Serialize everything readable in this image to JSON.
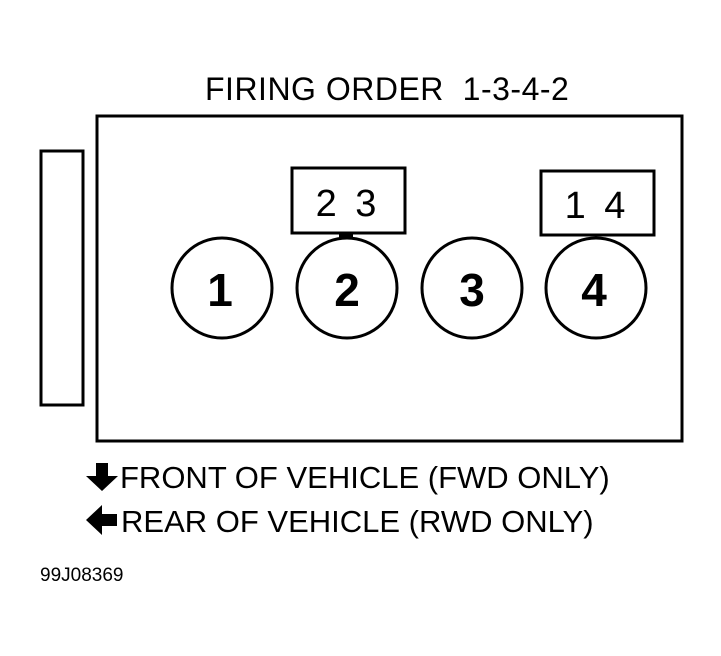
{
  "title": "FIRING ORDER  1-3-4-2",
  "coil_packs": [
    {
      "label": "2 3"
    },
    {
      "label": "1 4"
    }
  ],
  "cylinders": [
    {
      "number": "1"
    },
    {
      "number": "2"
    },
    {
      "number": "3"
    },
    {
      "number": "4"
    }
  ],
  "notes": [
    {
      "arrow": "arrow-down-icon",
      "text": "FRONT OF VEHICLE (FWD ONLY)"
    },
    {
      "arrow": "arrow-left-icon",
      "text": "REAR OF VEHICLE (RWD ONLY)"
    }
  ],
  "figure_id": "99J08369",
  "colors": {
    "ink": "#000000",
    "background": "#ffffff"
  }
}
